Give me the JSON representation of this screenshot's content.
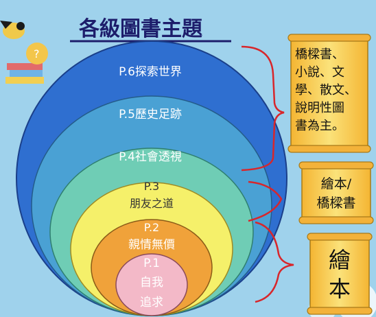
{
  "title": "各級圖書主題",
  "levels": [
    {
      "grade": "P.6",
      "topic": "探索世界"
    },
    {
      "grade": "P.5",
      "topic": "歷史足跡"
    },
    {
      "grade": "P.4",
      "topic": "社會透視"
    },
    {
      "grade": "P.3",
      "topic": "朋友之道"
    },
    {
      "grade": "P.2",
      "topic": "親情無價"
    },
    {
      "grade": "P.1",
      "topic_line1": "自我",
      "topic_line2": "追求"
    }
  ],
  "scrolls": {
    "upper": {
      "lines": [
        "橋樑書、",
        "小說、文",
        "學、散文、",
        "說明性圖",
        "書為主。"
      ]
    },
    "middle": {
      "lines": [
        "繪本/",
        "橋樑書"
      ]
    },
    "lower": {
      "lines": [
        "繪",
        "本"
      ]
    }
  },
  "colors": {
    "background": "#9fd2ec",
    "p6": "#2f6fd0",
    "p5": "#4aa1d4",
    "p4": "#6fcdb5",
    "p3": "#f5f06a",
    "p2": "#f0a23a",
    "p1": "#f3b9c8",
    "bracket": "#d8262b",
    "scroll": "#f6c93e",
    "title": "#1d1d6b"
  },
  "icons": [
    "bird-icon",
    "books-icon",
    "flower-icon"
  ]
}
